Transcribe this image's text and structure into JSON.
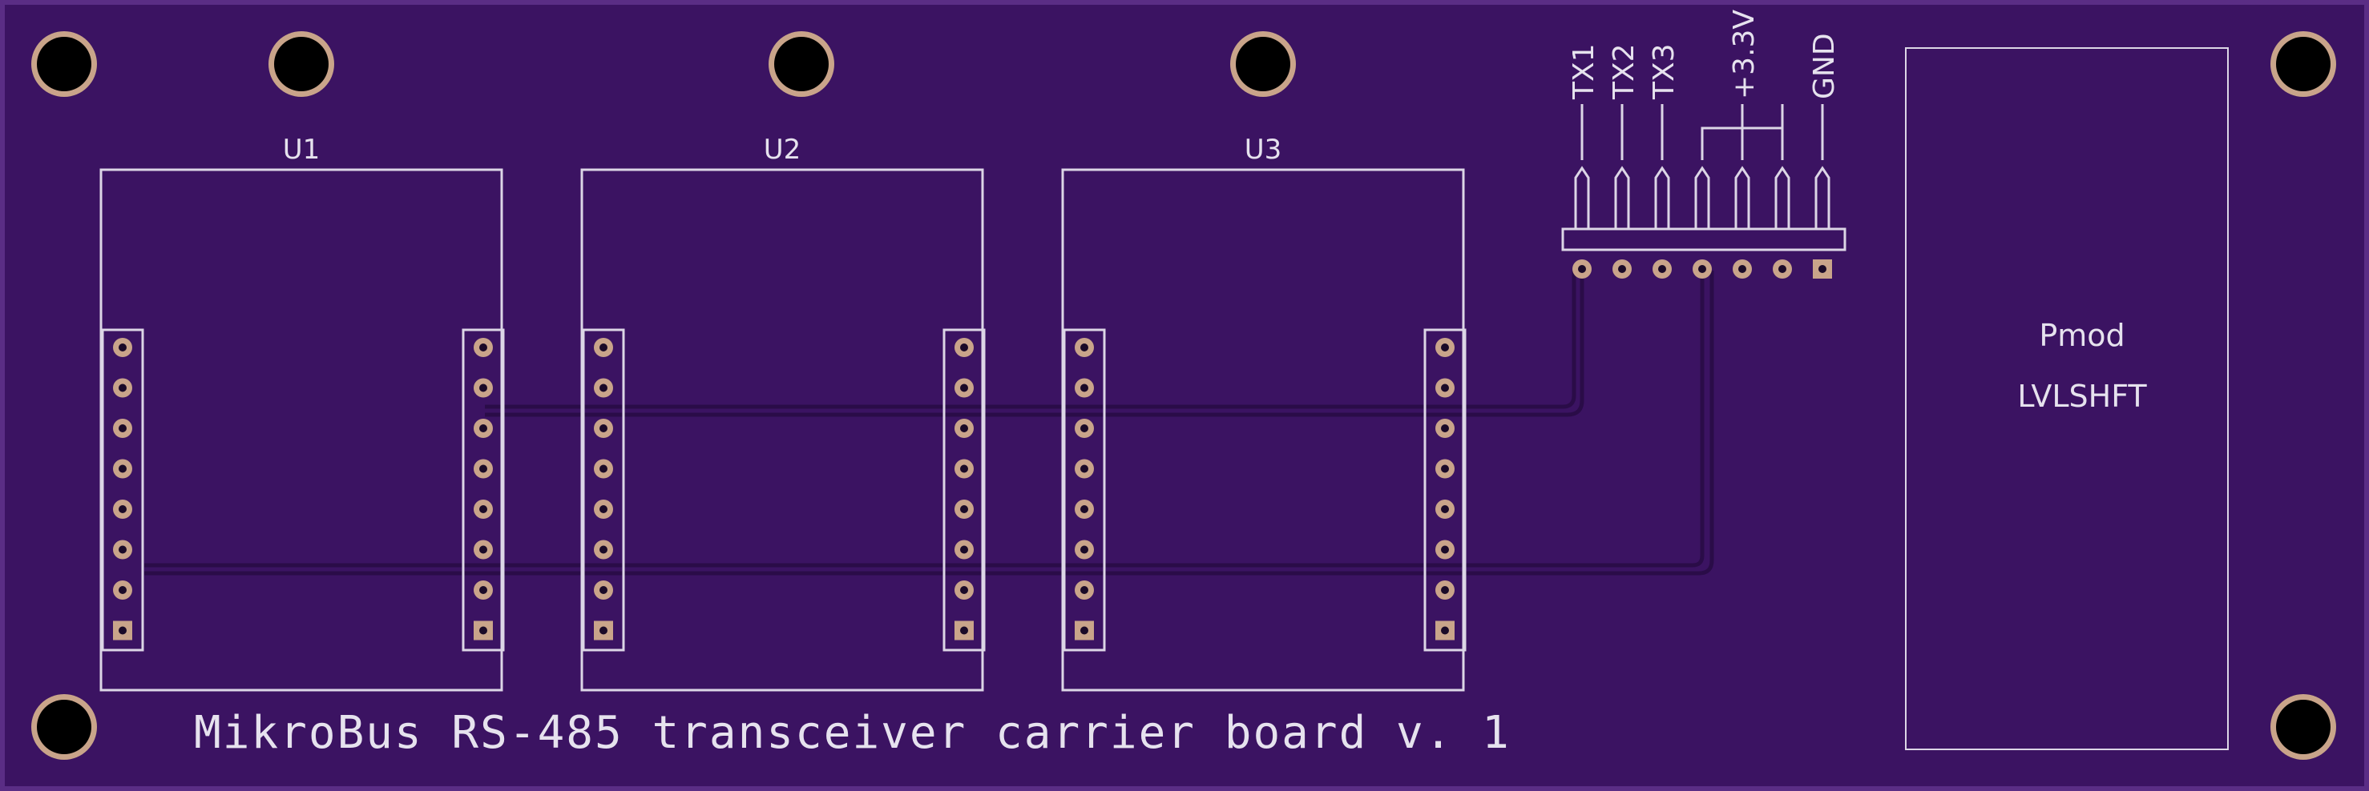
{
  "colors": {
    "board": "#3b1362",
    "board_edge": "#6a3d99",
    "silkscreen": "#dcd6e6",
    "copper_ring": "#c9a48a",
    "drill": "#000000",
    "trace": "#2a0c48"
  },
  "board": {
    "title": "MikroBus RS-485 transceiver carrier board v. 1"
  },
  "modules": [
    {
      "label": "U1"
    },
    {
      "label": "U2"
    },
    {
      "label": "U3"
    }
  ],
  "header": {
    "pin_labels": [
      "TX1",
      "TX2",
      "TX3",
      "+3.3V",
      "GND"
    ]
  },
  "pmod": {
    "line1": "Pmod",
    "line2": "LVLSHFT"
  }
}
